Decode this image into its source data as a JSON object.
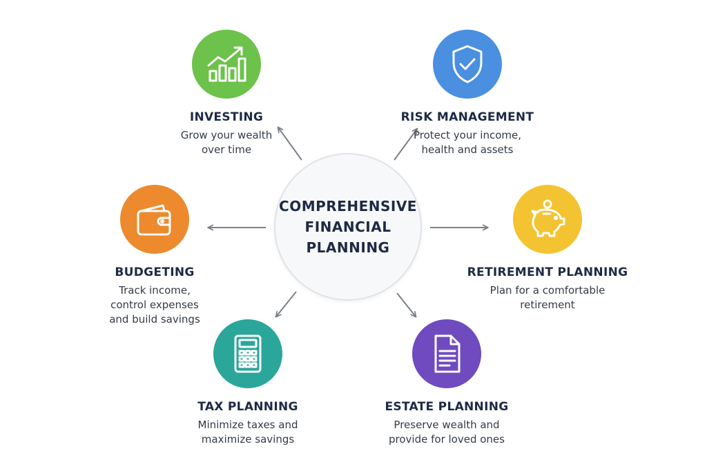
{
  "center": {
    "lines": [
      "COMPREHENSIVE",
      "FINANCIAL",
      "PLANNING"
    ]
  },
  "nodes": [
    {
      "id": "investing",
      "title": "INVESTING",
      "desc": [
        "Grow your wealth",
        "over time"
      ],
      "color": "#6cc24a",
      "icon": "growth-chart-icon"
    },
    {
      "id": "risk",
      "title": "RISK MANAGEMENT",
      "desc": [
        "Protect your income,",
        "health and assets"
      ],
      "color": "#4a8fe0",
      "icon": "shield-check-icon"
    },
    {
      "id": "budgeting",
      "title": "BUDGETING",
      "desc": [
        "Track income,",
        "control expenses",
        "and build savings"
      ],
      "color": "#ec8a2d",
      "icon": "wallet-icon"
    },
    {
      "id": "retirement",
      "title": "RETIREMENT PLANNING",
      "desc": [
        "Plan for a comfortable",
        "retirement"
      ],
      "color": "#f4c331",
      "icon": "piggy-bank-icon"
    },
    {
      "id": "tax",
      "title": "TAX PLANNING",
      "desc": [
        "Minimize taxes and",
        "maximize savings"
      ],
      "color": "#2aa69a",
      "icon": "calculator-icon"
    },
    {
      "id": "estate",
      "title": "ESTATE PLANNING",
      "desc": [
        "Preserve wealth and",
        "provide for loved ones"
      ],
      "color": "#6f4bbf",
      "icon": "document-icon"
    }
  ],
  "connector_color": "#7a7f87"
}
